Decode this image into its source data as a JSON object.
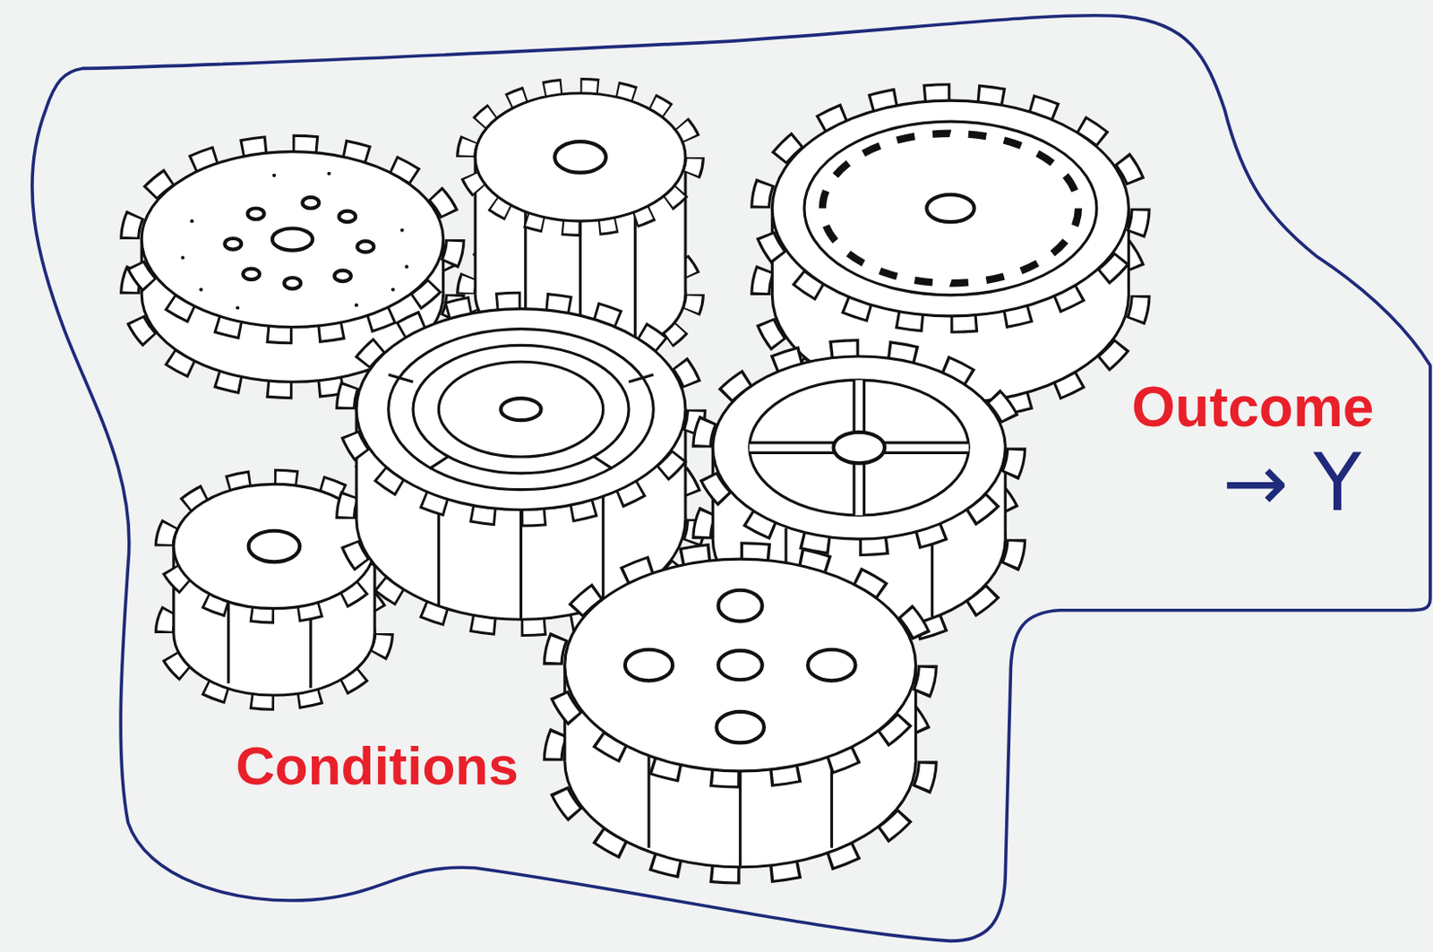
{
  "diagram": {
    "nodes": [
      {
        "text": [
          "Conditions",
          "Outcome",
          "→ Y"
        ]
      }
    ]
  }
}
